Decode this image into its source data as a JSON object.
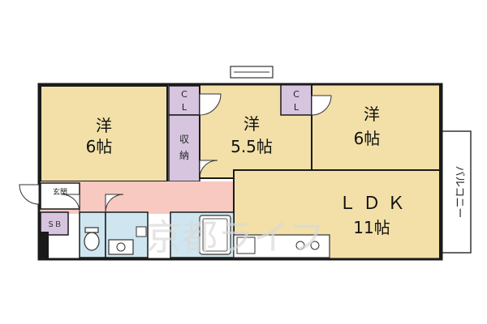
{
  "rooms": {
    "western_left": {
      "kanji": "洋",
      "size": "6帖"
    },
    "western_center": {
      "kanji": "洋",
      "size": "5.5帖"
    },
    "western_right": {
      "kanji": "洋",
      "size": "6帖"
    },
    "ldk": {
      "name": "ＬＤＫ",
      "size": "11帖"
    }
  },
  "labels": {
    "cl1": "C",
    "cl1b": "L",
    "cl2": "C",
    "cl2b": "L",
    "storage_a": "収",
    "storage_b": "納",
    "entrance": "玄関",
    "shoebox": "ＳＢ",
    "balcony": "バルコニー",
    "watermark": "京都ライフ"
  },
  "colors": {
    "room": "#f2e0a8",
    "closet": "#d7c4df",
    "hall": "#f7c9c1",
    "wet": "#cfe6f0",
    "wall": "#1a1a1a"
  }
}
